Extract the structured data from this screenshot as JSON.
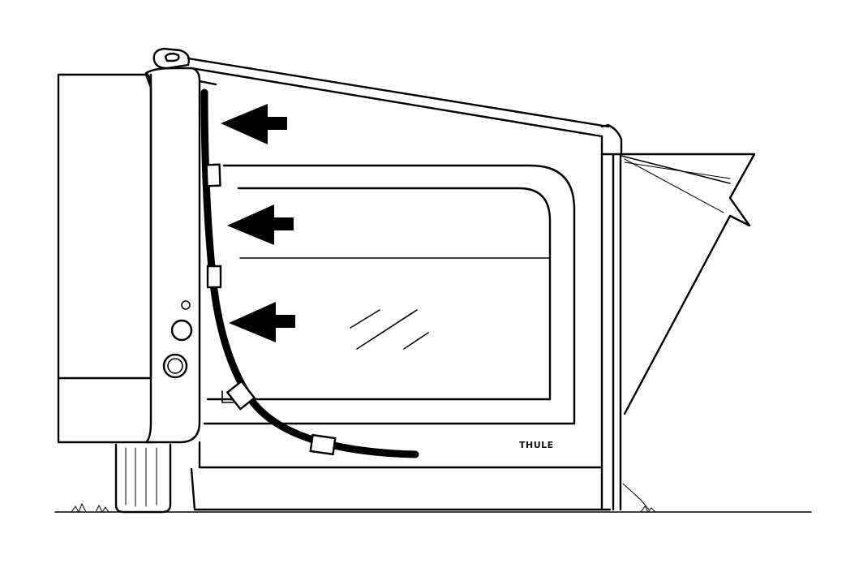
{
  "illustration": {
    "brand_label": "THULE",
    "arrow_count": 3,
    "clip_count": 4,
    "colors": {
      "line": "#000000",
      "background": "#ffffff"
    }
  }
}
